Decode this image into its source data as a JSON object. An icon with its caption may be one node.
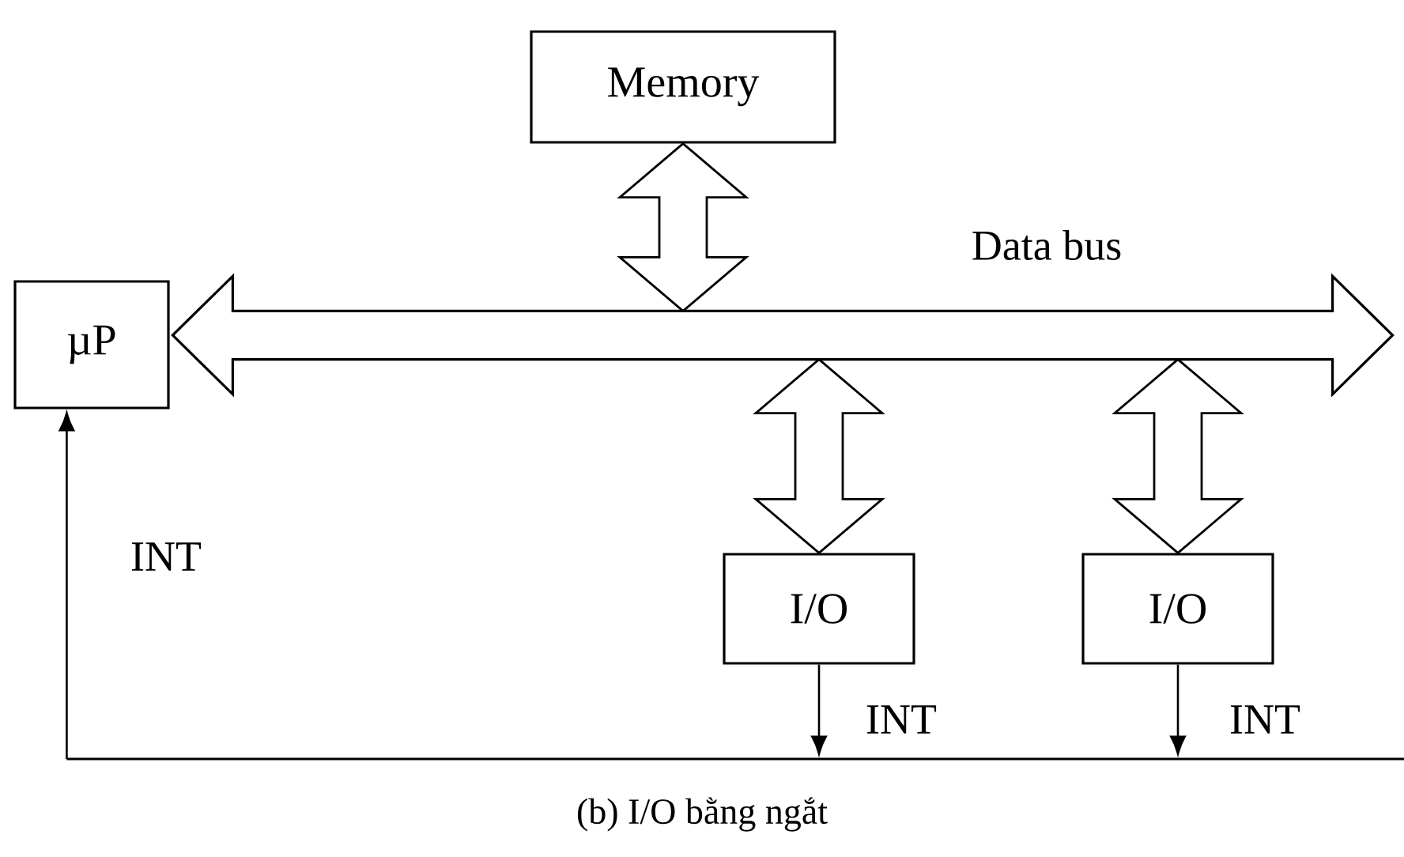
{
  "diagram": {
    "caption": "(b) I/O bằng ngắt",
    "nodes": [
      {
        "text": [
          "Memory"
        ]
      },
      {
        "text": [
          "µP"
        ]
      },
      {
        "text": [
          "Data bus"
        ]
      },
      {
        "text": [
          "I/O"
        ]
      },
      {
        "text": [
          "I/O"
        ]
      },
      {
        "text": [],
        "shape": "bar"
      }
    ],
    "edges": [
      {
        "from": 0,
        "to": 2,
        "arrow": "both",
        "style": "thick"
      },
      {
        "from": 2,
        "to": 3,
        "arrow": "both",
        "style": "thick"
      },
      {
        "from": 2,
        "to": 4,
        "arrow": "both",
        "style": "thick"
      },
      {
        "from": 3,
        "to": 5,
        "arrow": "to",
        "label": "INT"
      },
      {
        "from": 4,
        "to": 5,
        "arrow": "to",
        "label": "INT"
      },
      {
        "from": 5,
        "to": 1,
        "arrow": "to",
        "label": "INT"
      }
    ]
  }
}
